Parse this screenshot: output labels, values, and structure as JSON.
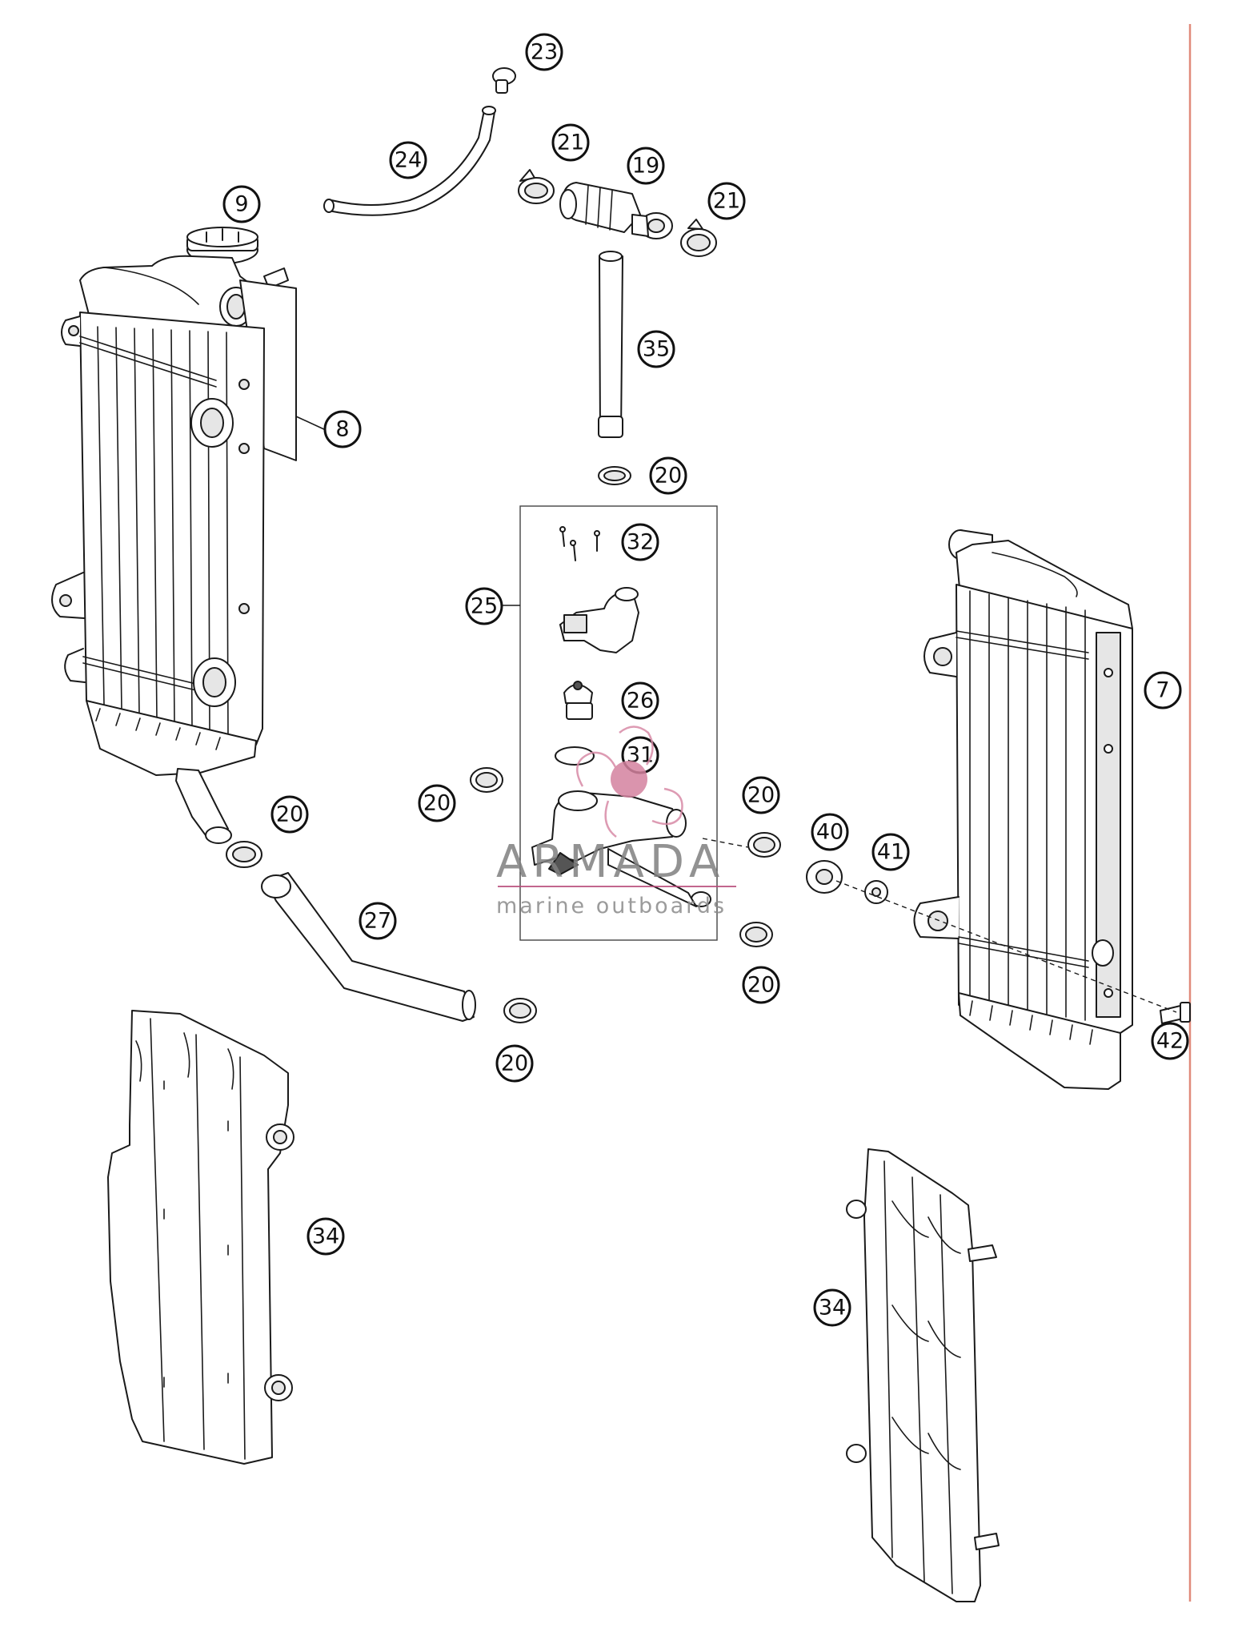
{
  "callouts": {
    "c7": "7",
    "c8": "8",
    "c9": "9",
    "c19": "19",
    "c20a": "20",
    "c20b": "20",
    "c20c": "20",
    "c20d": "20",
    "c20e": "20",
    "c20f": "20",
    "c21a": "21",
    "c21b": "21",
    "c23": "23",
    "c24": "24",
    "c25": "25",
    "c26": "26",
    "c27": "27",
    "c31": "31",
    "c32": "32",
    "c34a": "34",
    "c34b": "34",
    "c35": "35",
    "c40": "40",
    "c41": "41",
    "c42": "42"
  },
  "watermark": {
    "brand": "ARMADA",
    "tagline": "marine outboards",
    "colors": {
      "logo": "#d4829f",
      "text": "#808080",
      "rule": "#b84c7a"
    }
  },
  "colors": {
    "line": "#1a1a1a",
    "page_edge": "#e08a7a"
  }
}
